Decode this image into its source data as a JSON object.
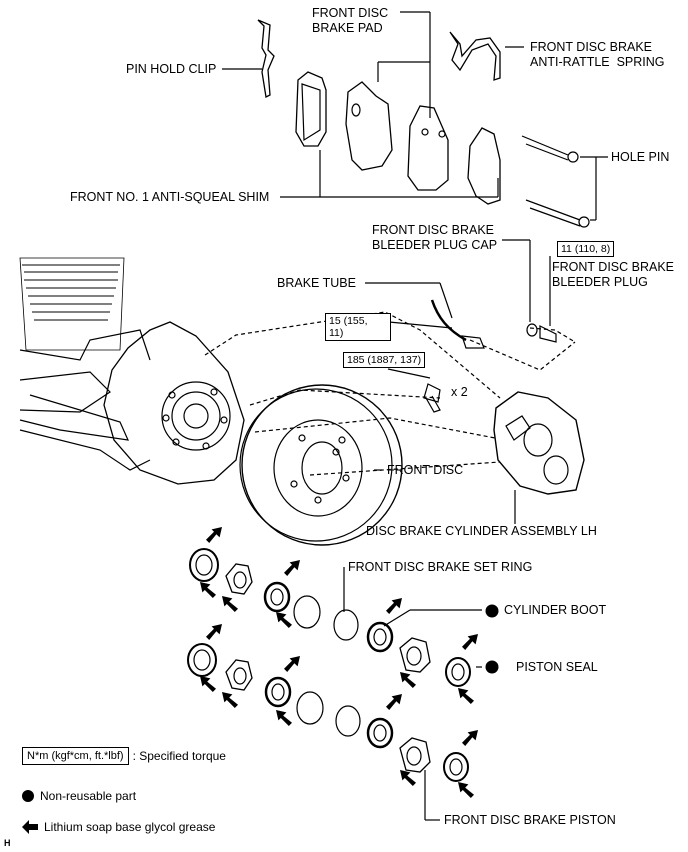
{
  "labels": {
    "front_disc_brake_pad": "FRONT DISC\nBRAKE PAD",
    "anti_rattle_spring": "FRONT DISC BRAKE\nANTI-RATTLE  SPRING",
    "pin_hold_clip": "PIN HOLD CLIP",
    "hole_pin": "HOLE PIN",
    "anti_squeal_shim": "FRONT NO. 1 ANTI-SQUEAL SHIM",
    "bleeder_plug_cap": "FRONT DISC BRAKE\nBLEEDER PLUG CAP",
    "bleeder_plug": "FRONT DISC BRAKE\nBLEEDER PLUG",
    "brake_tube": "BRAKE TUBE",
    "front_disc": "FRONT DISC",
    "cylinder_assembly": "DISC BRAKE CYLINDER ASSEMBLY LH",
    "set_ring": "FRONT DISC BRAKE SET RING",
    "cylinder_boot": "CYLINDER BOOT",
    "piston_seal": "PISTON SEAL",
    "brake_piston": "FRONT DISC BRAKE PISTON",
    "bolt_qty": "x 2"
  },
  "torques": {
    "bleeder": "11 (110, 8)",
    "brake_tube": "15 (155,\n11)",
    "cylinder_bolt": "185 (1887, 137)"
  },
  "legend": {
    "torque_unit": "N*m (kgf*cm, ft.*lbf)",
    "torque_desc": ": Specified torque",
    "non_reusable": "Non-reusable part",
    "grease": "Lithium soap base glycol grease"
  },
  "corner_mark": "H"
}
